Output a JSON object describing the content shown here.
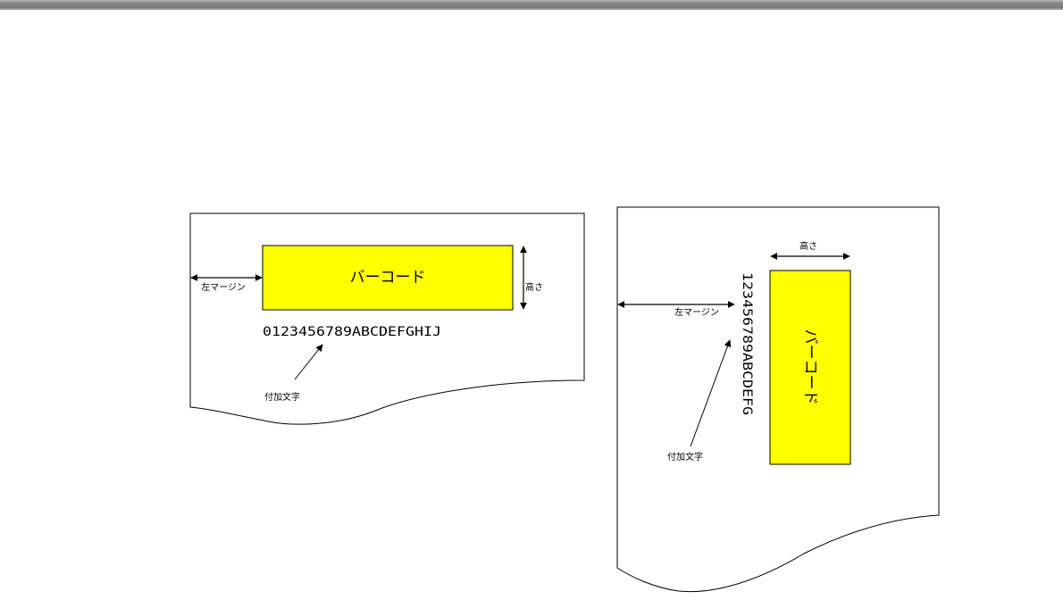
{
  "colors": {
    "barcode_fill": "#ffff00",
    "header_bar": "#808080"
  },
  "horizontal_example": {
    "barcode_label": "バーコード",
    "left_margin_label": "左マージン",
    "height_label": "高さ",
    "appended_text": "0123456789ABCDEFGHIJ",
    "appended_text_label": "付加文字"
  },
  "vertical_example": {
    "barcode_label": "バーコード",
    "left_margin_label": "左マージン",
    "height_label": "高さ",
    "appended_text": "123456789ABCDEFG",
    "appended_text_label": "付加文字"
  }
}
